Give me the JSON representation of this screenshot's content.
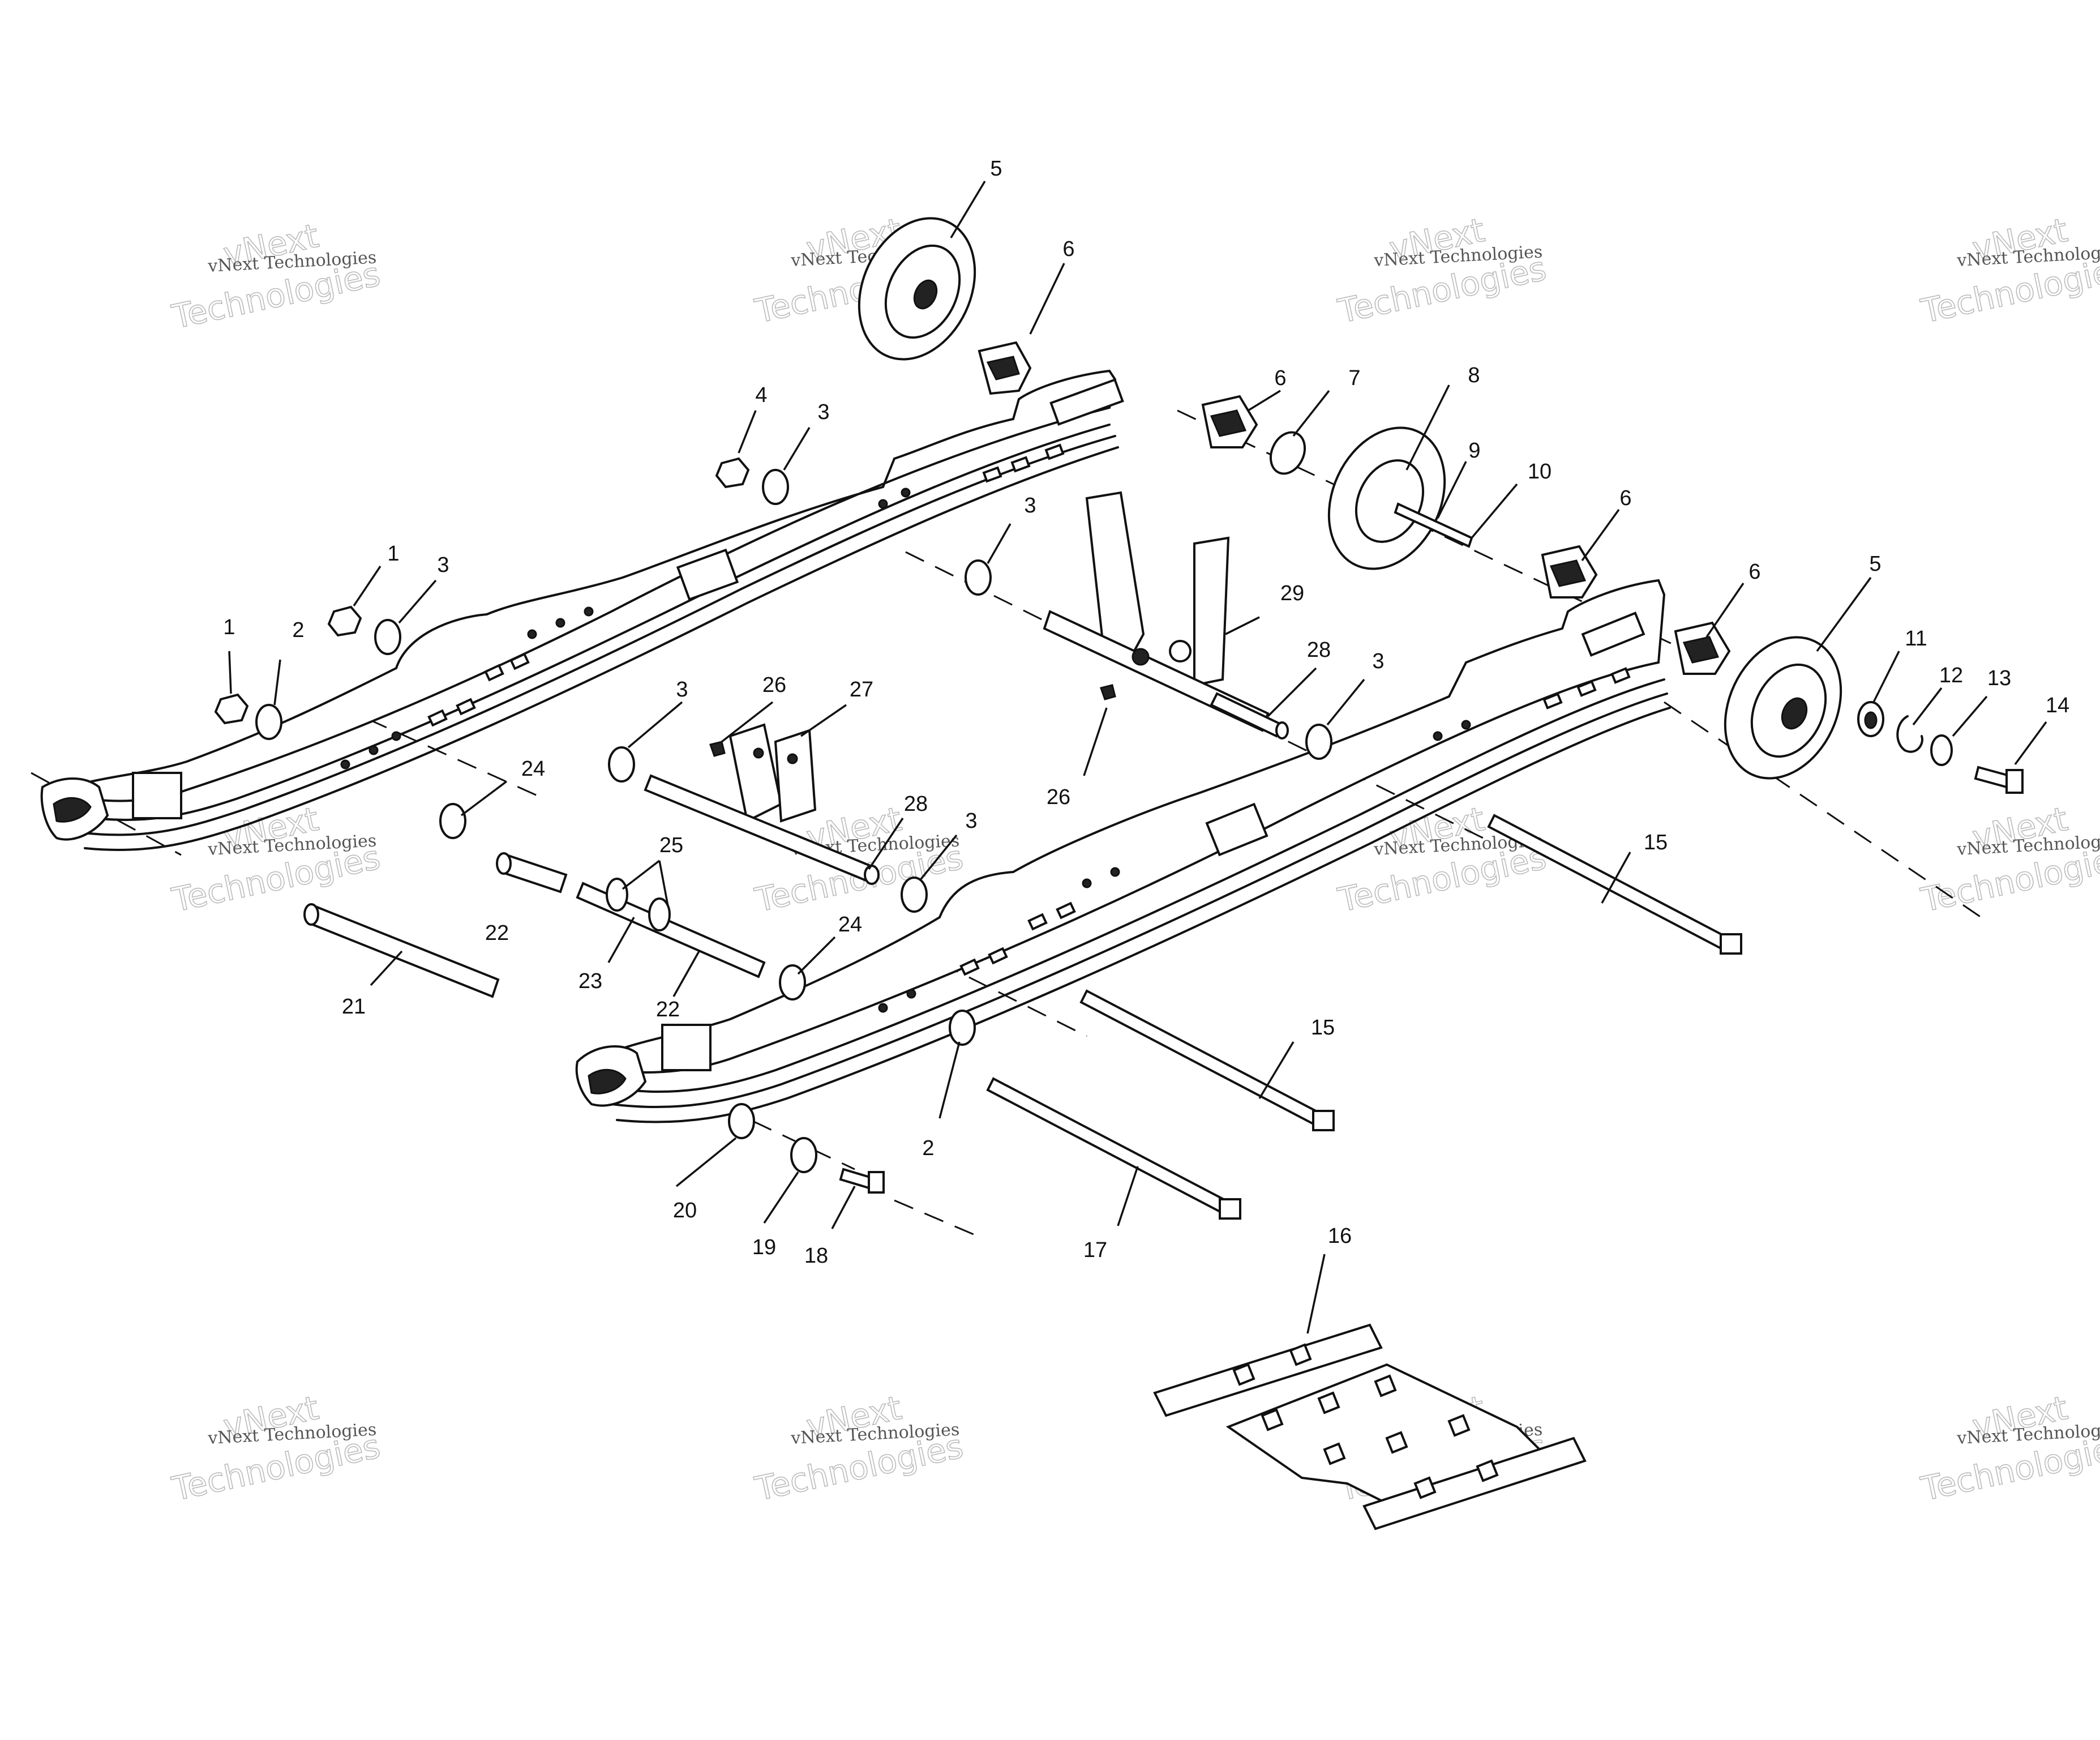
{
  "watermark": {
    "line_small": "vNext Technologies",
    "line_large_top": "vNext",
    "line_large_bottom": "Technologies"
  },
  "callouts": [
    "1",
    "1",
    "2",
    "2",
    "3",
    "3",
    "3",
    "3",
    "3",
    "3",
    "4",
    "5",
    "5",
    "6",
    "6",
    "6",
    "6",
    "7",
    "8",
    "9",
    "10",
    "11",
    "12",
    "13",
    "14",
    "15",
    "15",
    "16",
    "17",
    "18",
    "19",
    "20",
    "21",
    "22",
    "22",
    "23",
    "24",
    "24",
    "25",
    "26",
    "26",
    "27",
    "28",
    "28",
    "29"
  ]
}
